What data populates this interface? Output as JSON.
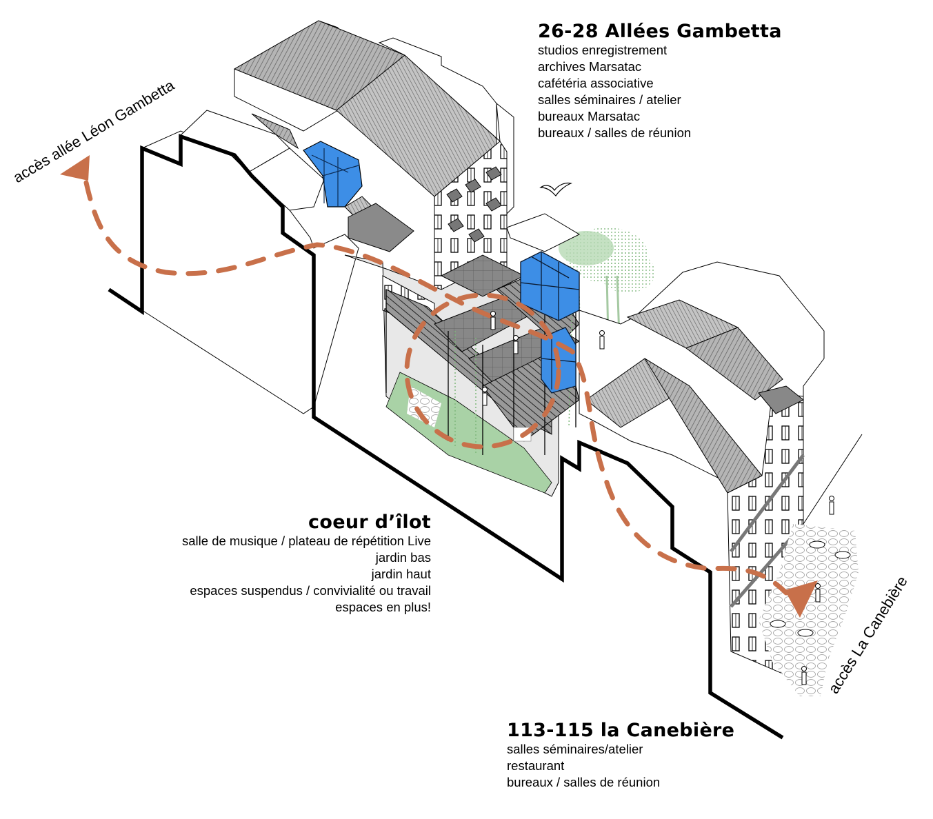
{
  "colors": {
    "path_accent": "#c8704a",
    "glass_blue": "#3d8ee6",
    "garden_green": "#9cc79a",
    "roof_grey": "#8c8c8c",
    "section_line": "#000000"
  },
  "buildings": {
    "gambetta": {
      "title": "26-28 Allées Gambetta",
      "programme": [
        "studios enregistrement",
        "archives Marsatac",
        "cafétéria associative",
        "salles séminaires / atelier",
        "bureaux Marsatac",
        "bureaux / salles de réunion"
      ]
    },
    "ilot": {
      "title": "coeur d’îlot",
      "programme": [
        "salle de musique / plateau de répétition Live",
        "jardin bas",
        "jardin haut",
        "espaces suspendus / convivialité ou travail",
        "espaces en plus!"
      ]
    },
    "canebiere": {
      "title": "113-115 la Canebière",
      "programme": [
        "salles séminaires/atelier",
        "restaurant",
        "bureaux / salles de réunion"
      ]
    }
  },
  "access": {
    "leon_gambetta": "accès allée Léon Gambetta",
    "canebiere": "accès La Canebière"
  },
  "legend_icons": {
    "path": "dashed-path",
    "arrow_start": "arrow-triangle-icon",
    "arrow_end": "arrow-triangle-icon",
    "bird": "bird-icon"
  }
}
